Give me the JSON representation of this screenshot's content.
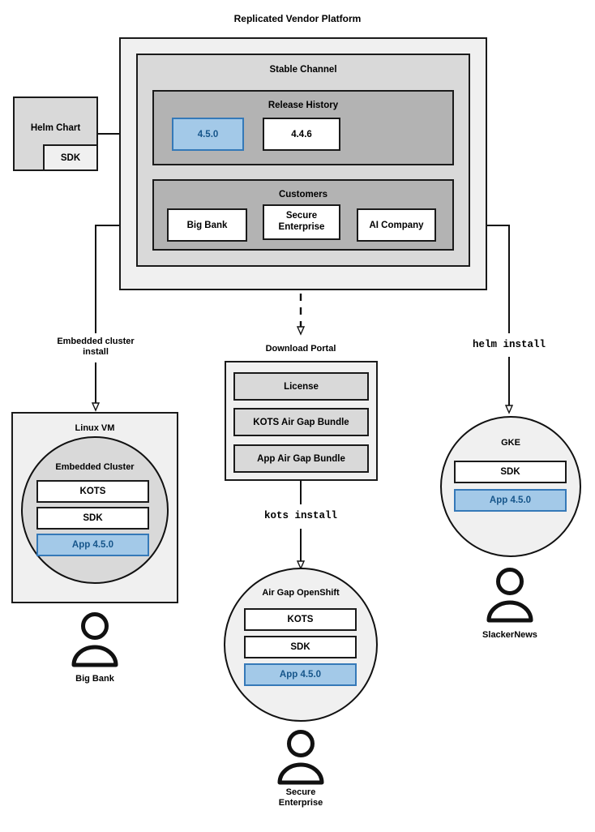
{
  "diagram": {
    "title": "Replicated Vendor Platform",
    "type": "architecture-flow"
  },
  "helm_chart": {
    "label": "Helm Chart",
    "sdk_label": "SDK"
  },
  "platform": {
    "title": "Replicated Vendor Platform",
    "channel": {
      "label": "Stable Channel",
      "release_history": {
        "label": "Release History",
        "releases": [
          {
            "version": "4.5.0",
            "state": "current",
            "color": "#a3c9e8"
          },
          {
            "version": "4.4.6",
            "state": "previous",
            "color": "#ffffff"
          }
        ]
      },
      "customers": {
        "label": "Customers",
        "items": [
          {
            "name": "Big Bank"
          },
          {
            "name": "Secure Enterprise"
          },
          {
            "name": "AI Company"
          }
        ]
      }
    }
  },
  "flows": [
    {
      "label": "Embedded cluster install",
      "line1": "Embedded cluster",
      "line2": "install",
      "style": "solid"
    },
    {
      "label": "kots install",
      "style": "mono"
    },
    {
      "label": "helm install",
      "style": "mono"
    }
  ],
  "download_portal": {
    "label": "Download Portal",
    "artifacts": [
      {
        "name": "License"
      },
      {
        "name": "KOTS Air Gap Bundle"
      },
      {
        "name": "App Air Gap Bundle"
      }
    ],
    "install_command": "kots install"
  },
  "targets": {
    "linux_vm": {
      "label": "Linux VM",
      "cluster_label": "Embedded Cluster",
      "components": [
        {
          "name": "KOTS",
          "color": "#ffffff"
        },
        {
          "name": "SDK",
          "color": "#ffffff"
        },
        {
          "name": "App 4.5.0",
          "color": "#a3c9e8"
        }
      ],
      "customer": "Big Bank"
    },
    "airgap_openshift": {
      "label": "Air Gap OpenShift",
      "components": [
        {
          "name": "KOTS",
          "color": "#ffffff"
        },
        {
          "name": "SDK",
          "color": "#ffffff"
        },
        {
          "name": "App 4.5.0",
          "color": "#a3c9e8"
        }
      ],
      "customer_line1": "Secure",
      "customer_line2": "Enterprise"
    },
    "gke": {
      "label": "GKE",
      "install_command": "helm install",
      "components": [
        {
          "name": "SDK",
          "color": "#ffffff"
        },
        {
          "name": "App 4.5.0",
          "color": "#a3c9e8"
        }
      ],
      "customer": "SlackerNews"
    }
  },
  "colors": {
    "accent_blue_fill": "#a3c9e8",
    "accent_blue_border": "#3579b8",
    "accent_blue_text": "#16558a",
    "gray_outer": "#f0f0f0",
    "gray_mid": "#d9d9d9",
    "gray_inner": "#b3b3b3",
    "stroke": "#1a1a1a"
  }
}
